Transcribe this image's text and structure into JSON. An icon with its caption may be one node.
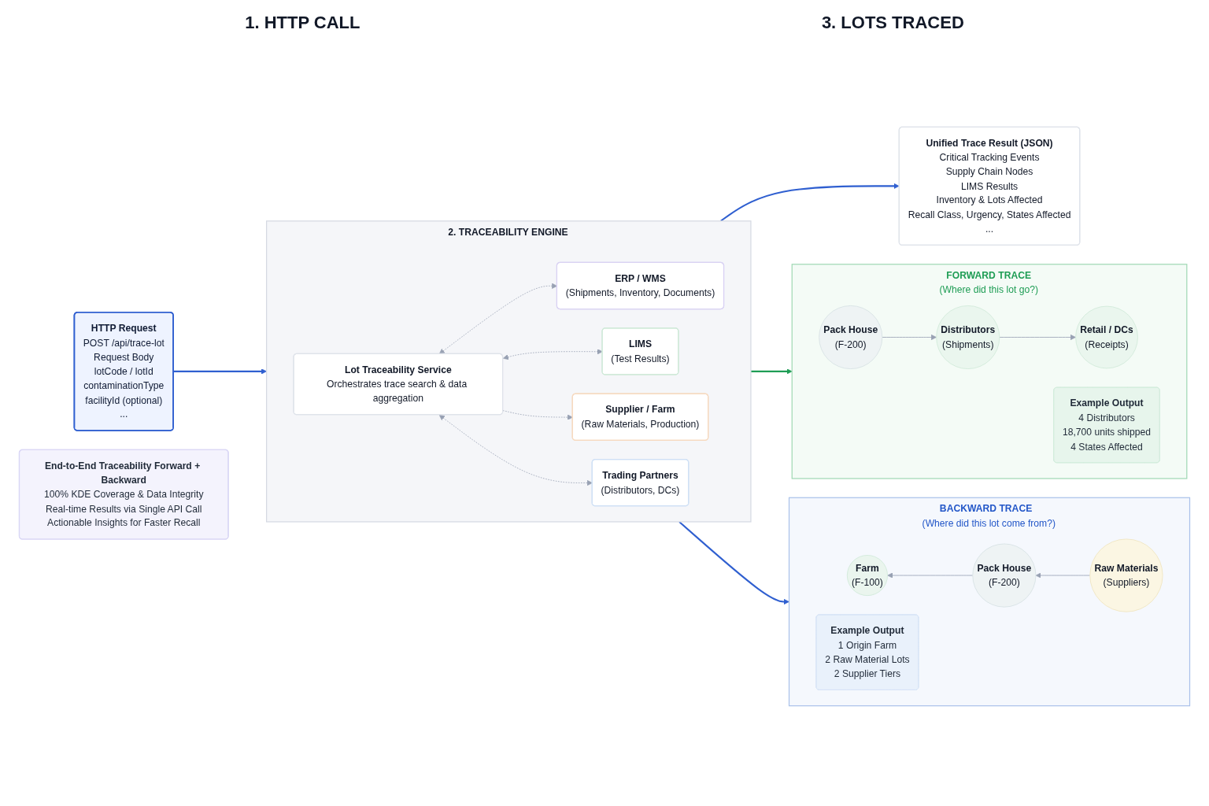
{
  "diagram": {
    "nodes": [
      {
        "text": [
          "HTTP Request",
          "POST /api/trace-lot",
          "Request Body",
          "lotCode / lotId",
          "contaminationType",
          "facilityId (optional)",
          "..."
        ]
      },
      {
        "text": [
          "2. TRACEABILITY ENGINE"
        ]
      },
      {
        "text": [
          "Lot Traceability Service",
          "Orchestrates trace search & data aggregation"
        ],
        "in": 1
      },
      {
        "text": [
          "ERP / WMS",
          "(Shipments, Inventory, Documents)"
        ],
        "in": 1
      },
      {
        "text": [
          "LIMS",
          "(Test Results)"
        ],
        "in": 1
      },
      {
        "text": [
          "Supplier / Farm",
          "(Raw Materials, Production)"
        ],
        "in": 1
      },
      {
        "text": [
          "Trading Partners",
          "(Distributors, DCs)"
        ],
        "in": 1
      },
      {
        "text": [
          "Unified Trace Result (JSON)",
          "Critical Tracking Events",
          "Supply Chain Nodes",
          "LIMS Results",
          "Inventory & Lots Affected",
          "Recall Class, Urgency, States Affected",
          "..."
        ]
      },
      {
        "text": [
          "FORWARD TRACE",
          "(Where did this lot go?)"
        ]
      },
      {
        "text": [
          "Pack House",
          "(F-200)"
        ],
        "in": 8
      },
      {
        "text": [
          "Distributors",
          "(Shipments)"
        ],
        "in": 8
      },
      {
        "text": [
          "Retail / DCs",
          "(Receipts)"
        ],
        "in": 8
      },
      {
        "text": [
          "Example Output",
          "4 Distributors",
          "18,700 units shipped",
          "4 States Affected"
        ],
        "in": 8
      },
      {
        "text": [
          "BACKWARD TRACE",
          "(Where did this lot come from?)"
        ]
      },
      {
        "text": [
          "Farm",
          "(F-100)"
        ],
        "in": 13
      },
      {
        "text": [
          "Pack House",
          "(F-200)"
        ],
        "in": 13
      },
      {
        "text": [
          "Raw Materials",
          "(Suppliers)"
        ],
        "in": 13
      },
      {
        "text": [
          "Example Output",
          "1 Origin Farm",
          "2 Raw Material Lots",
          "2 Supplier Tiers"
        ],
        "in": 13
      },
      {
        "text": [
          "End-to-End Traceability Forward + Backward",
          "100% KDE Coverage & Data Integrity",
          "Real-time Results via Single API Call",
          "Actionable Insights for Faster Recall"
        ]
      }
    ],
    "edges": [
      {
        "from": 0,
        "to": 1,
        "arrow": "to",
        "color": "#2f5fd0"
      },
      {
        "from": 2,
        "to": 3,
        "arrow": "both",
        "style": "dashed"
      },
      {
        "from": 2,
        "to": 4,
        "arrow": "both",
        "style": "dashed"
      },
      {
        "from": 2,
        "to": 5,
        "arrow": "to",
        "style": "dashed"
      },
      {
        "from": 2,
        "to": 6,
        "arrow": "both",
        "style": "dashed"
      },
      {
        "from": 1,
        "to": 7,
        "arrow": "to",
        "color": "#2f5fd0"
      },
      {
        "from": 1,
        "to": 8,
        "arrow": "to",
        "color": "#1f9d55"
      },
      {
        "from": 1,
        "to": 13,
        "arrow": "to",
        "color": "#2f5fd0"
      },
      {
        "from": 9,
        "to": 10,
        "arrow": "to"
      },
      {
        "from": 10,
        "to": 11,
        "arrow": "to"
      },
      {
        "from": 16,
        "to": 15,
        "arrow": "to"
      },
      {
        "from": 15,
        "to": 14,
        "arrow": "to"
      }
    ],
    "labels": [
      "1. HTTP CALL",
      "3. LOTS TRACED"
    ]
  }
}
